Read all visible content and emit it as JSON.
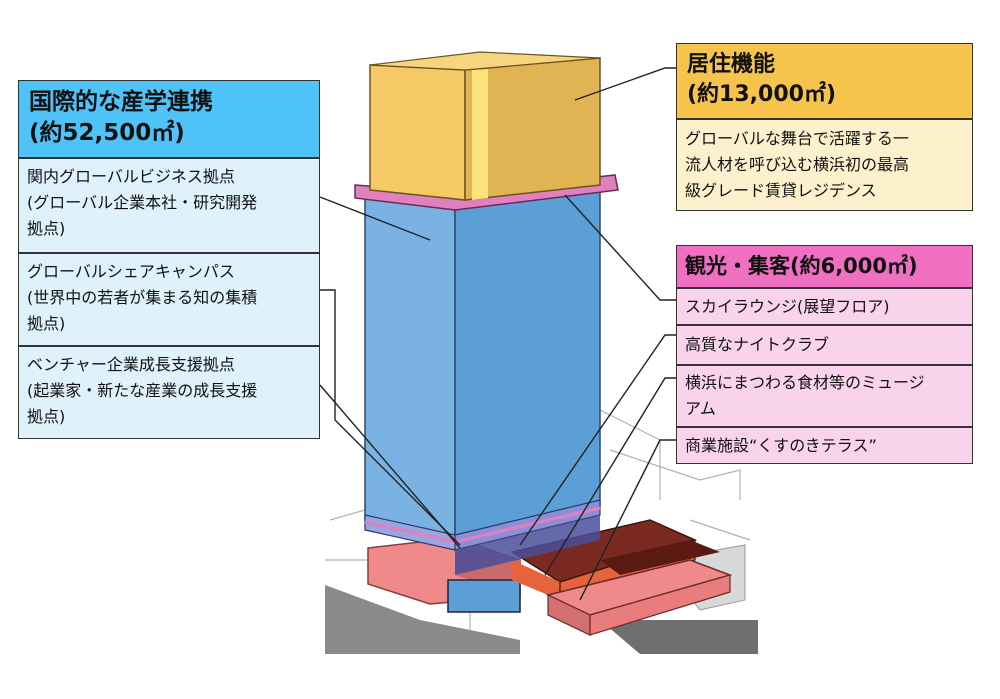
{
  "left_panel": {
    "heading": "国際的な産学連携\n(約52,500㎡)",
    "items": [
      "関内グローバルビジネス拠点\n(グローバル企業本社・研究開発\n拠点)",
      "グローバルシェアキャンパス\n(世界中の若者が集まる知の集積\n拠点)",
      "ベンチャー企業成長支援拠点\n(起業家・新たな産業の成長支援\n拠点)"
    ],
    "colors": {
      "heading_bg": "#4fc3f7",
      "item_bg": "#dff1fb"
    }
  },
  "residential_panel": {
    "heading": "居住機能\n(約13,000㎡)",
    "description": "グローバルな舞台で活躍する一\n流人材を呼び込む横浜初の最高\n級グレード賃貸レジデンス",
    "colors": {
      "heading_bg": "#f6c34d",
      "desc_bg": "#fdf0cd"
    }
  },
  "tourism_panel": {
    "heading": "観光・集客(約6,000㎡)",
    "items": [
      "スカイラウンジ(展望フロア)",
      "高質なナイトクラブ",
      "横浜にまつわる食材等のミュージ\nアム",
      "商業施設“くすのきテラス”"
    ],
    "colors": {
      "heading_bg": "#ef6fc0",
      "item_bg": "#f9d2ec"
    }
  },
  "building_colors": {
    "tower": "#5b9fd6",
    "top": "#f4c966",
    "band": "#e27fbf",
    "podium_coral": "#f08a8a",
    "podium_orange": "#e7633c",
    "podium_brown": "#7a2a20"
  }
}
